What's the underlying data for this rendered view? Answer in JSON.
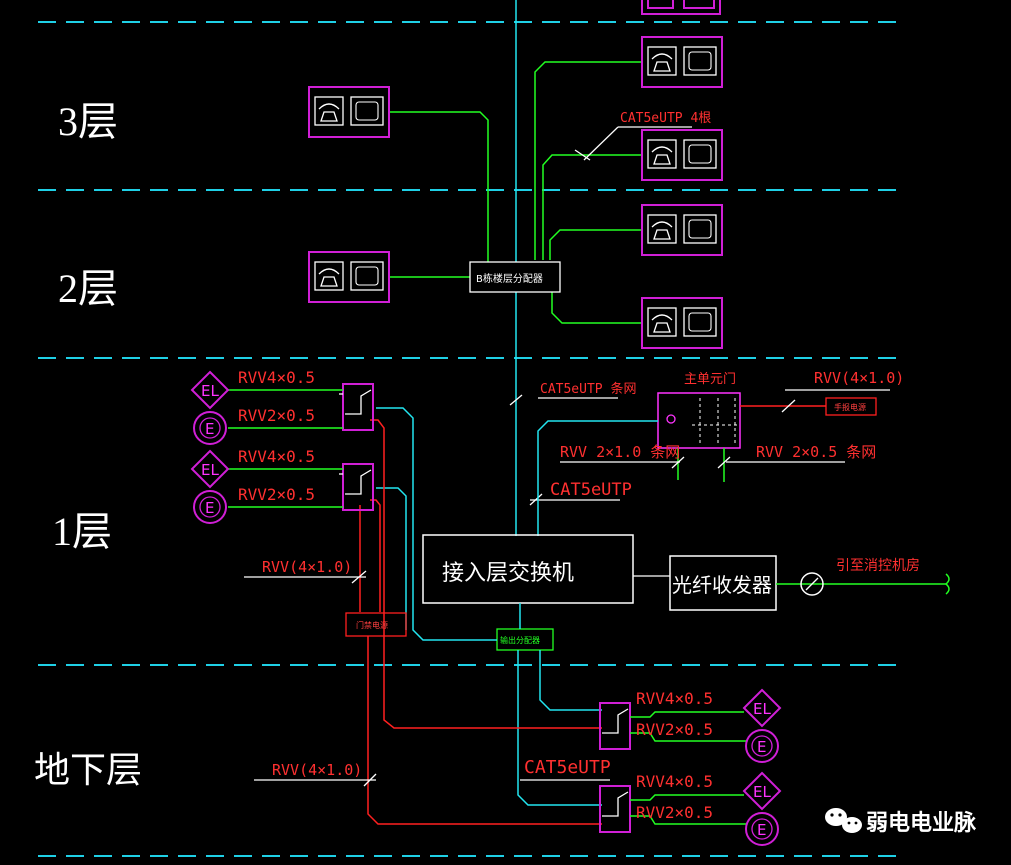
{
  "floors": {
    "f3": "3层",
    "f2": "2层",
    "f1": "1层",
    "basement": "地下层"
  },
  "devices": {
    "distributor_label": "B栋楼层分配器",
    "access_switch_label": "接入层交换机",
    "fiber_transceiver_label": "光纤收发器",
    "main_door_label": "主单元门",
    "hand_alarm_label": "手报电源",
    "equipment_box_label": "输出分配器",
    "door_power_label": "门禁电源"
  },
  "cables": {
    "cat5e_a": "CAT5eUTP 4根",
    "cat5e_b": "CAT5eUTP 条网",
    "cat5e_c": "CAT5eUTP",
    "cat5e_d": "CAT5eUTP",
    "rvv_4x1_a": "RVV(4×1.0)",
    "rvv_4x1_b": "RVV(4×1.0)",
    "rvv_4x1_c": "RVV(4×1.0)",
    "rvv_2x1_door": "RVV 2×1.0 条网",
    "rvv_2x05_door": "RVV 2×0.5 条网",
    "to_fire_room": "引至消控机房",
    "rvv4": "RVV4×0.5",
    "rvv2": "RVV2×0.5"
  },
  "symbols": {
    "el": "EL",
    "e": "E"
  },
  "watermark": "弱电电业脉"
}
